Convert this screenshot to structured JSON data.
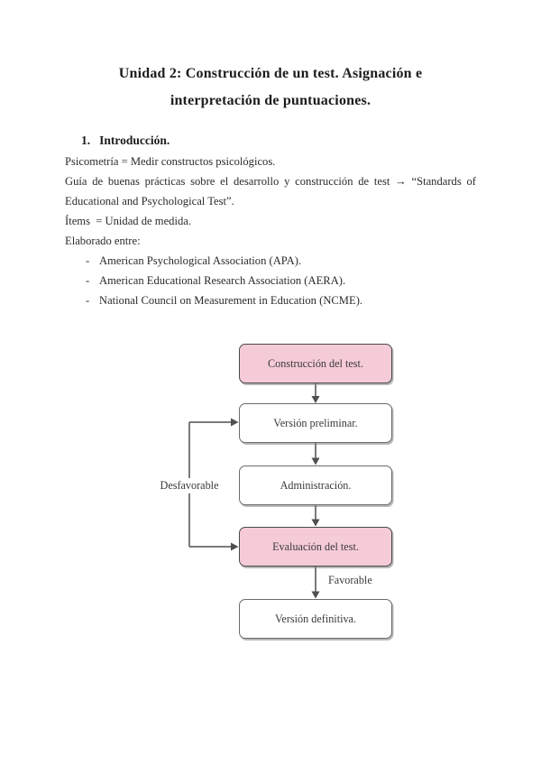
{
  "title": {
    "line1": "Unidad 2: Construcción de un test. Asignación e",
    "line2": "interpretación de puntuaciones."
  },
  "section": {
    "number": "1.",
    "heading": "Introducción."
  },
  "intro": {
    "lines": [
      "Psicometría = Medir constructos psicológicos.",
      "Guía de buenas prácticas sobre el desarrollo y construcción de test → “Standards of",
      "Educational and Psychological Test”.",
      "Ítems  = Unidad de medida.",
      "Elaborado entre:"
    ],
    "bullet_dash": "-",
    "bullets": [
      "American Psychological Association (APA).",
      "American Educational Research Association (AERA).",
      "National Council on Measurement in Education (NCME)."
    ]
  },
  "flowchart": {
    "nodes": [
      {
        "label": "Construcción del test."
      },
      {
        "label": "Versión preliminar."
      },
      {
        "label": "Administración."
      },
      {
        "label": "Evaluación del test."
      },
      {
        "label": "Versión definitiva."
      }
    ],
    "edge_labels": {
      "desfavorable": "Desfavorable",
      "favorable": "Favorable"
    },
    "colors": {
      "highlight_fill": "#f6cbd8",
      "box_border": "#6b6b6b",
      "arrow": "#4f4f4f"
    }
  }
}
